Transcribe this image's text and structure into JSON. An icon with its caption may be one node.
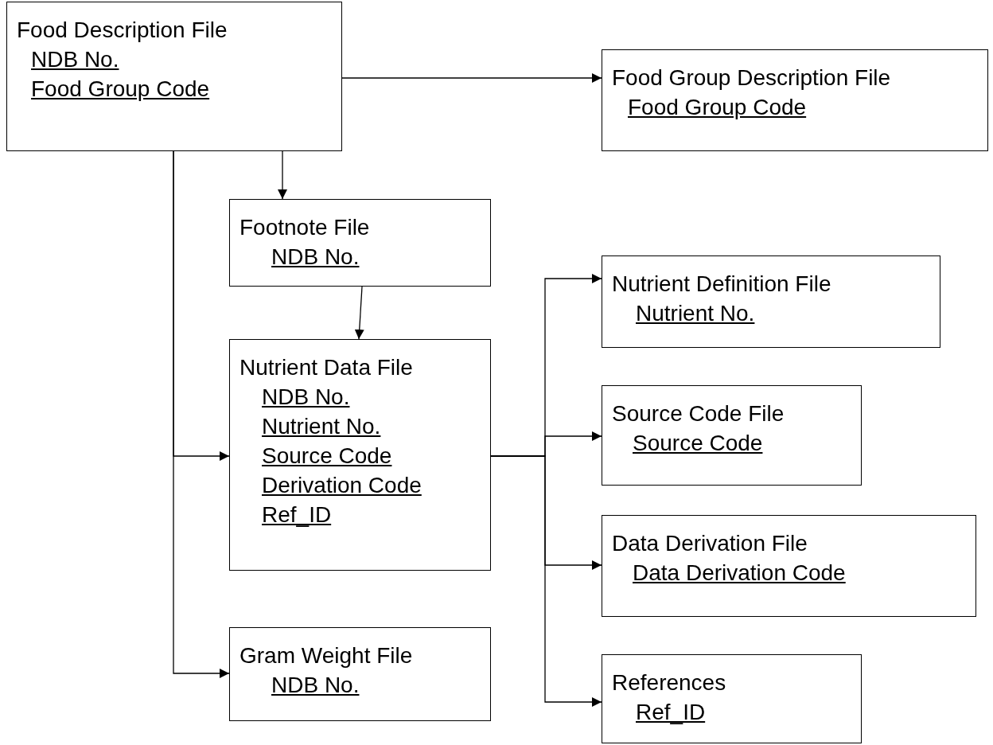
{
  "diagram": {
    "nodes": [
      {
        "text": [
          "Food Description File",
          "NDB No.",
          "Food Group Code"
        ]
      },
      {
        "text": [
          "Food Group Description File",
          "Food Group Code"
        ]
      },
      {
        "text": [
          "Footnote File",
          "NDB No."
        ]
      },
      {
        "text": [
          "Nutrient Data File",
          "NDB No.",
          "Nutrient No.",
          "Source Code",
          "Derivation Code",
          "Ref_ID"
        ]
      },
      {
        "text": [
          "Gram Weight File",
          "NDB No."
        ]
      },
      {
        "text": [
          "Nutrient Definition File",
          "Nutrient No."
        ]
      },
      {
        "text": [
          "Source Code File",
          "Source Code"
        ]
      },
      {
        "text": [
          "Data Derivation File",
          "Data Derivation Code"
        ]
      },
      {
        "text": [
          "References",
          "Ref_ID"
        ]
      }
    ],
    "edges": [
      {
        "from": 0,
        "to": 1,
        "arrow": "to"
      },
      {
        "from": 0,
        "to": 2,
        "arrow": "to"
      },
      {
        "from": 2,
        "to": 3,
        "arrow": "to"
      },
      {
        "from": 0,
        "to": 3,
        "arrow": "to"
      },
      {
        "from": 0,
        "to": 4,
        "arrow": "to"
      },
      {
        "from": 3,
        "to": 5,
        "arrow": "to"
      },
      {
        "from": 3,
        "to": 6,
        "arrow": "to"
      },
      {
        "from": 3,
        "to": 7,
        "arrow": "to"
      },
      {
        "from": 3,
        "to": 8,
        "arrow": "to"
      }
    ]
  }
}
